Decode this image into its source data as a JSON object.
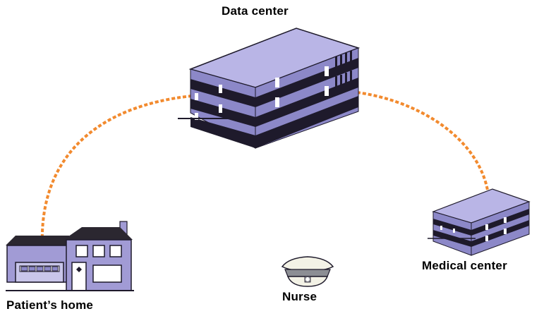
{
  "nodes": {
    "data_center": {
      "label": "Data center"
    },
    "medical_center": {
      "label": "Medical center"
    },
    "patient_home": {
      "label": "Patient’s home"
    },
    "nurse": {
      "label": "Nurse"
    }
  },
  "colors": {
    "link": "#F28A2E",
    "building_front": "#8C88C8",
    "building_top": "#B9B5E6",
    "building_side": "#6E6AA8",
    "building_dark": "#1E1A2B",
    "house_body": "#A19BD5",
    "roof": "#2B2730",
    "nurse_cap": "#F3F2E6",
    "nurse_band": "#8C8E94"
  },
  "icons": [
    "data-center-icon",
    "medical-center-icon",
    "house-icon",
    "nurse-cap-icon"
  ]
}
